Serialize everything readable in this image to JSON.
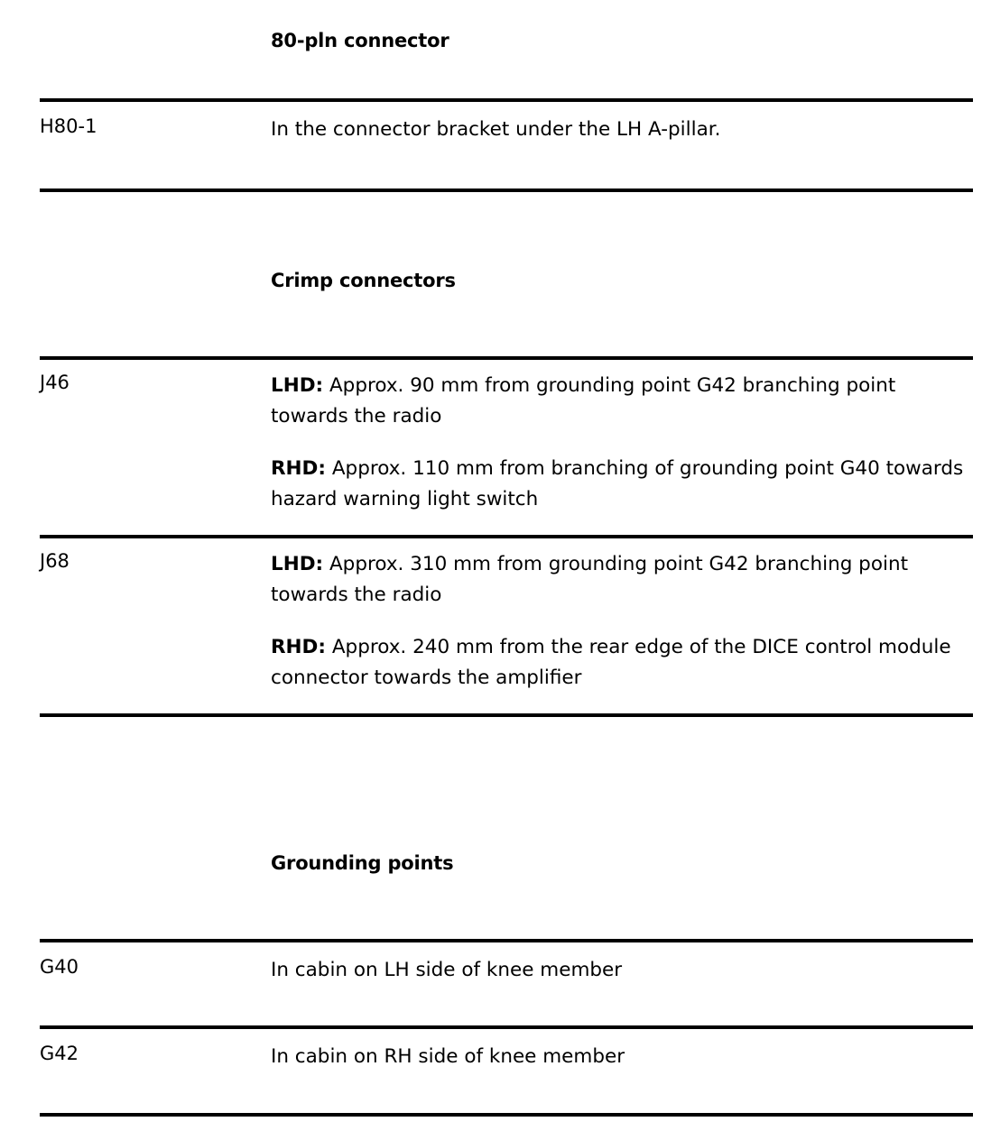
{
  "document": {
    "sections": [
      {
        "heading": "80-pln connector",
        "rows": [
          {
            "id": "H80-1",
            "paragraphs": [
              {
                "label": "",
                "text": "In the connector bracket under the LH A-pillar."
              }
            ]
          }
        ]
      },
      {
        "heading": "Crimp connectors",
        "rows": [
          {
            "id": "J46",
            "paragraphs": [
              {
                "label": "LHD:",
                "text": " Approx. 90 mm from grounding point G42 branching point towards the radio"
              },
              {
                "label": "RHD:",
                "text": " Approx. 110 mm from branching of grounding point G40 towards hazard warning light switch"
              }
            ]
          },
          {
            "id": "J68",
            "paragraphs": [
              {
                "label": "LHD:",
                "text": " Approx. 310 mm from grounding point G42 branching point towards the radio"
              },
              {
                "label": "RHD:",
                "text": " Approx. 240 mm from the rear edge of the DICE control module connector towards the amplifier"
              }
            ]
          }
        ]
      },
      {
        "heading": "Grounding points",
        "rows": [
          {
            "id": "G40",
            "paragraphs": [
              {
                "label": "",
                "text": "In cabin on LH side of knee member"
              }
            ]
          },
          {
            "id": "G42",
            "paragraphs": [
              {
                "label": "",
                "text": "In cabin on RH side of knee member"
              }
            ]
          }
        ]
      }
    ],
    "colors": {
      "text": "#000000",
      "rule": "#000000",
      "background": "#ffffff"
    }
  }
}
